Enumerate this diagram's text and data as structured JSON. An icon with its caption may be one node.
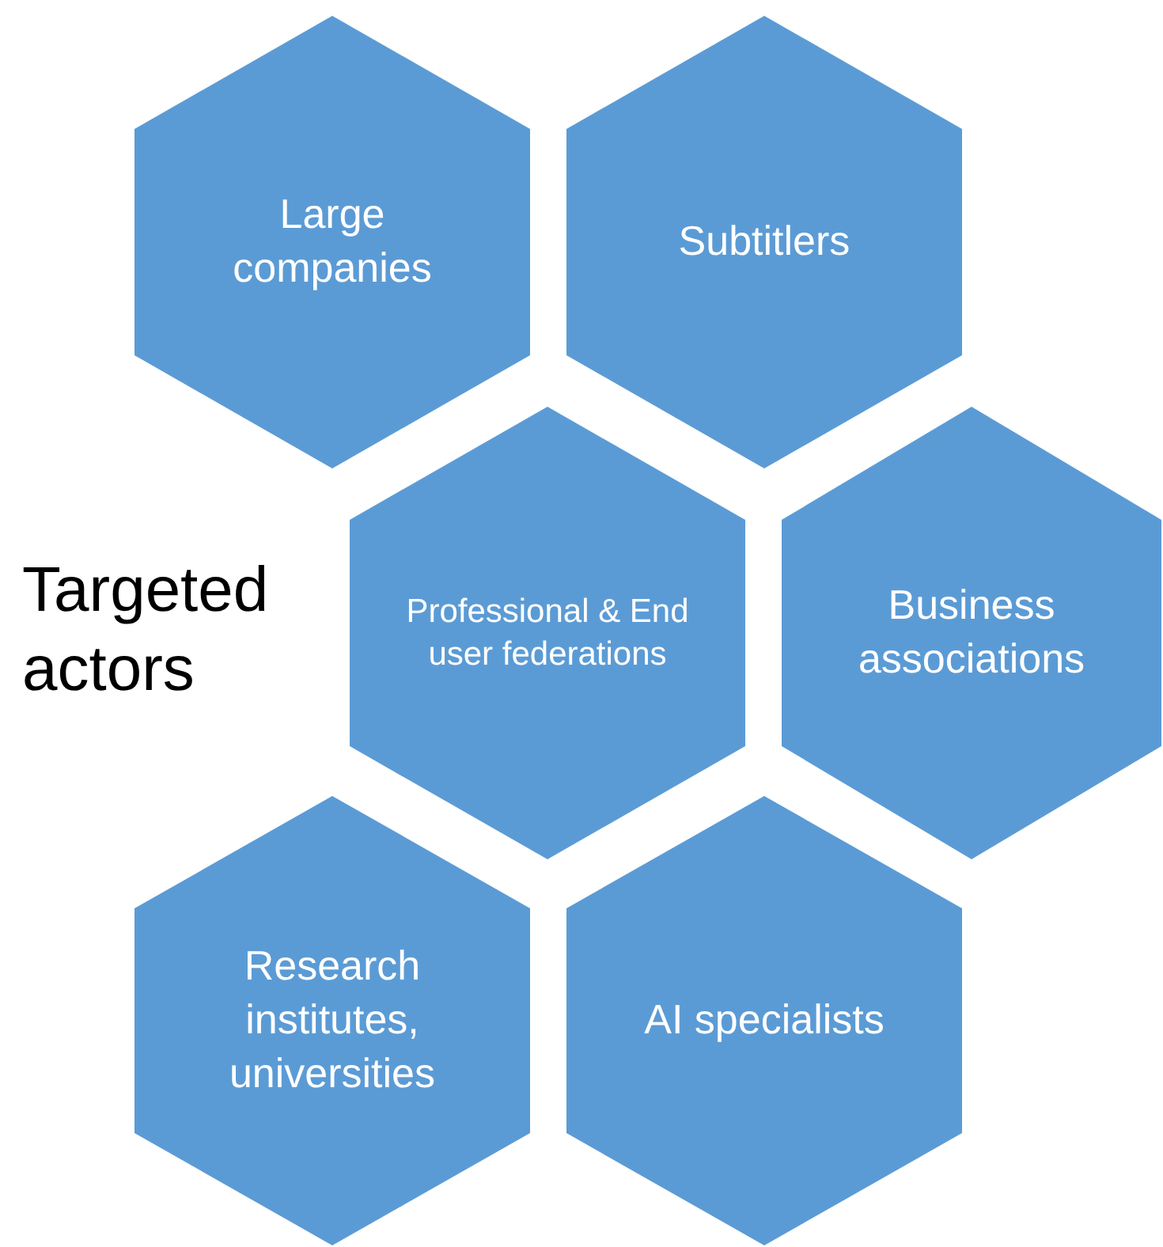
{
  "diagram": {
    "nodes": [
      {
        "text": [
          "Large companies"
        ]
      },
      {
        "text": [
          "Subtitlers"
        ]
      },
      {
        "text": [
          "Professional & End user federations"
        ]
      },
      {
        "text": [
          "Business associations"
        ]
      },
      {
        "text": [
          "Research institutes, universities"
        ]
      },
      {
        "text": [
          "AI specialists"
        ]
      }
    ],
    "labels": [
      "Targeted actors"
    ]
  }
}
